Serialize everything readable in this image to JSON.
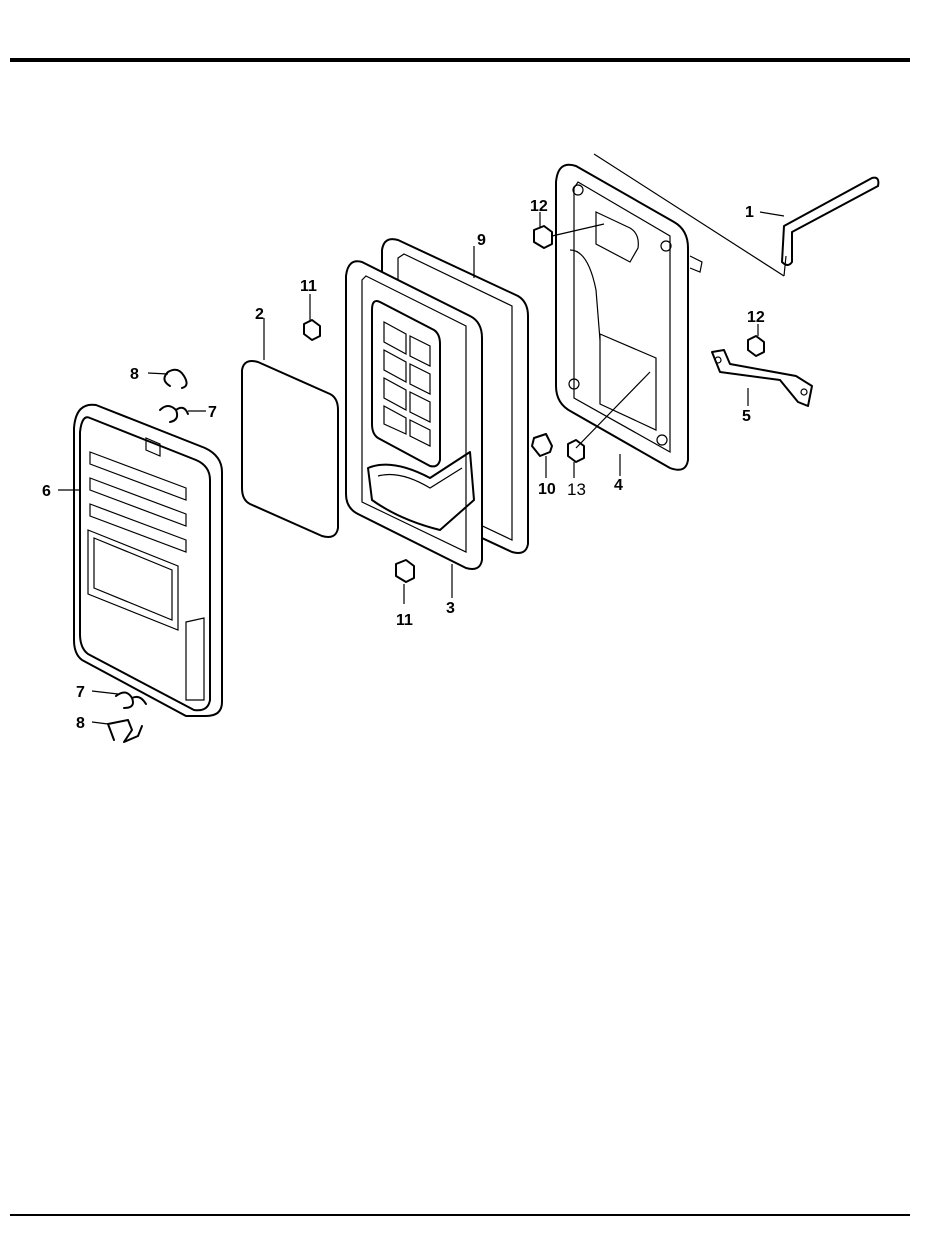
{
  "diagram": {
    "callouts": [
      {
        "id": "c1",
        "text": "1"
      },
      {
        "id": "c2",
        "text": "2"
      },
      {
        "id": "c3",
        "text": "3"
      },
      {
        "id": "c4",
        "text": "4"
      },
      {
        "id": "c5",
        "text": "5"
      },
      {
        "id": "c6",
        "text": "6"
      },
      {
        "id": "c7a",
        "text": "7"
      },
      {
        "id": "c7b",
        "text": "7"
      },
      {
        "id": "c8a",
        "text": "8"
      },
      {
        "id": "c8b",
        "text": "8"
      },
      {
        "id": "c9",
        "text": "9"
      },
      {
        "id": "c10",
        "text": "10"
      },
      {
        "id": "c11a",
        "text": "11"
      },
      {
        "id": "c11b",
        "text": "11"
      },
      {
        "id": "c12a",
        "text": "12"
      },
      {
        "id": "c12b",
        "text": "12"
      },
      {
        "id": "c13",
        "text": "13"
      }
    ]
  }
}
